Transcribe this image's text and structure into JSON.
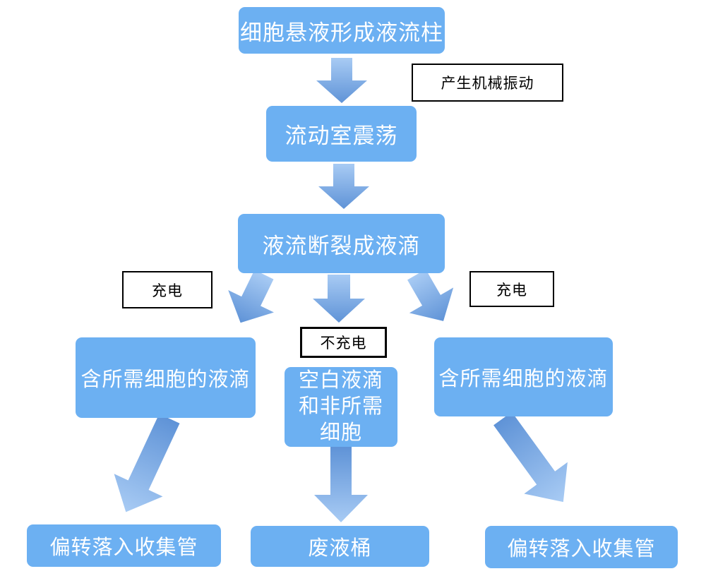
{
  "diagram": {
    "type": "flowchart",
    "background": "#ffffff",
    "colors": {
      "node_fill": "#6CB0F2",
      "node_text": "#ffffff",
      "arrow_gradient_light": "#A8CBF4",
      "arrow_gradient_dark": "#5F93D7",
      "annotation_bg": "#ffffff",
      "annotation_border": "#000000",
      "annotation_text": "#000000"
    },
    "nodes": {
      "cell_suspension": {
        "label": "细胞悬液形成液流柱"
      },
      "flow_chamber": {
        "label": "流动室震荡"
      },
      "stream_breakup": {
        "label": "液流断裂成液滴"
      },
      "left_droplets": {
        "label": "含所需细胞的液滴"
      },
      "center_droplets": {
        "lines": [
          "空白液滴",
          "和非所需",
          "细胞"
        ]
      },
      "right_droplets": {
        "label": "含所需细胞的液滴"
      },
      "left_collection": {
        "label": "偏转落入收集管"
      },
      "waste_bucket": {
        "label": "废液桶"
      },
      "right_collection": {
        "label": "偏转落入收集管"
      }
    },
    "annotations": {
      "mechanical_vibration": {
        "label": "产生机械振动"
      },
      "charge_left": {
        "label": "充电"
      },
      "no_charge": {
        "label": "不充电"
      },
      "charge_right": {
        "label": "充电"
      }
    },
    "edges": [
      {
        "from": "cell_suspension",
        "to": "flow_chamber",
        "side_label": "产生机械振动"
      },
      {
        "from": "flow_chamber",
        "to": "stream_breakup"
      },
      {
        "from": "stream_breakup",
        "to": "left_droplets",
        "side_label": "充电"
      },
      {
        "from": "stream_breakup",
        "to": "center_droplets",
        "side_label": "不充电"
      },
      {
        "from": "stream_breakup",
        "to": "right_droplets",
        "side_label": "充电"
      },
      {
        "from": "left_droplets",
        "to": "left_collection"
      },
      {
        "from": "center_droplets",
        "to": "waste_bucket"
      },
      {
        "from": "right_droplets",
        "to": "right_collection"
      }
    ]
  }
}
